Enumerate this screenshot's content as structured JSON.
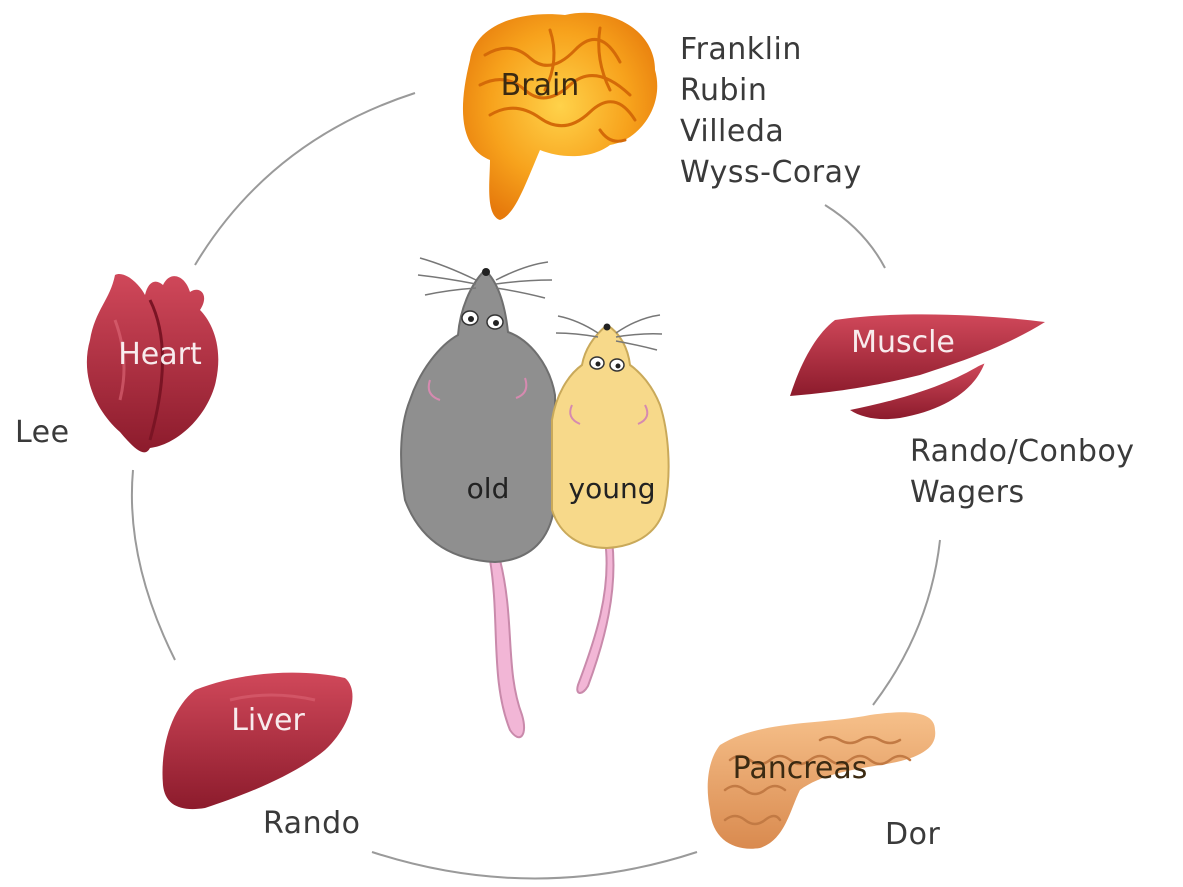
{
  "organs": {
    "brain": {
      "label": "Brain",
      "researchers": [
        "Franklin",
        "Rubin",
        "Villeda",
        "Wyss-Coray"
      ]
    },
    "muscle": {
      "label": "Muscle",
      "researchers": [
        "Rando/Conboy",
        "Wagers"
      ]
    },
    "pancreas": {
      "label": "Pancreas",
      "researchers": [
        "Dor"
      ]
    },
    "liver": {
      "label": "Liver",
      "researchers": [
        "Rando"
      ]
    },
    "heart": {
      "label": "Heart",
      "researchers": [
        "Lee"
      ]
    }
  },
  "mice": {
    "old_label": "old",
    "young_label": "young"
  },
  "colors": {
    "brain": "#f5a623",
    "organ_red": "#a8253a",
    "pancreas": "#e8a66b",
    "old_mouse": "#8f8f8f",
    "young_mouse": "#f7d98a",
    "tail": "#f2b6d6",
    "circle": "#9a9a9a"
  }
}
